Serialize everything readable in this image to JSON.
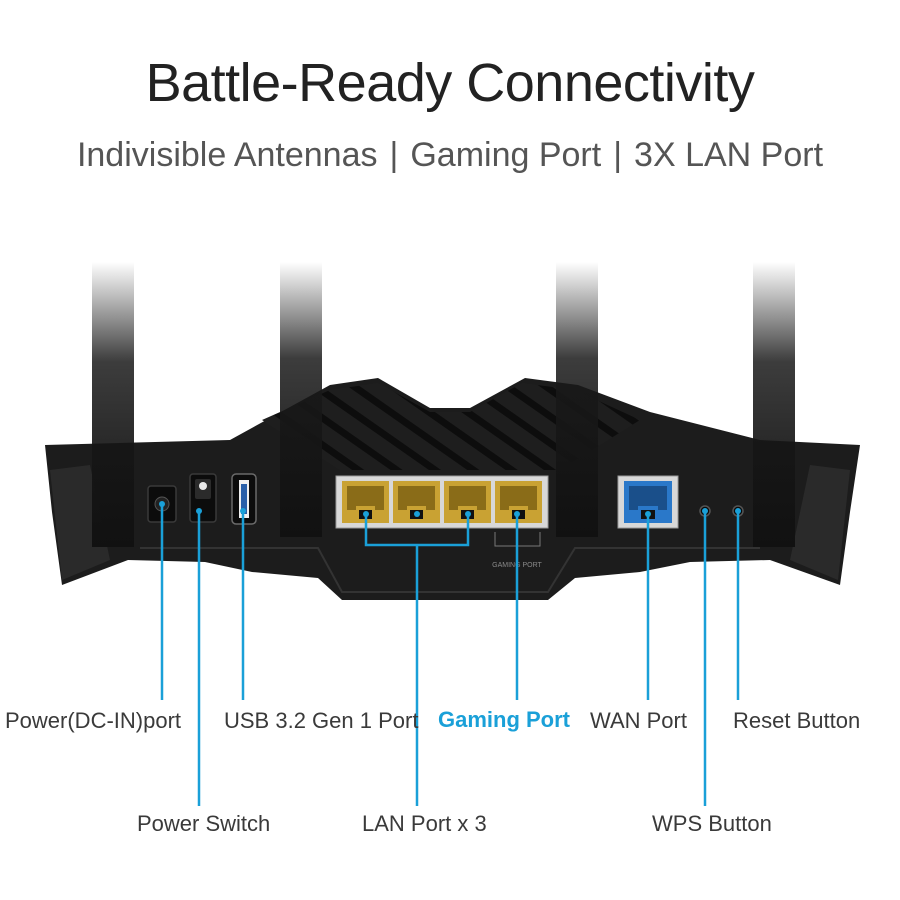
{
  "header": {
    "title": "Battle-Ready Connectivity",
    "subtitle_parts": [
      "Indivisible Antennas",
      "Gaming Port",
      "3X LAN Port"
    ],
    "separator": "|"
  },
  "router": {
    "gaming_port_tag": "GAMING PORT"
  },
  "callouts": {
    "power_dc_in": "Power(DC-IN)port",
    "usb": "USB 3.2 Gen 1 Port",
    "gaming_port": "Gaming Port",
    "wan_port": "WAN Port",
    "reset_button": "Reset Button",
    "power_switch": "Power Switch",
    "lan_ports": "LAN Port x 3",
    "wps_button": "WPS Button"
  },
  "colors": {
    "accent": "#1aa0d8",
    "router_body": "#1c1c1c",
    "lan_port": "#c9a233",
    "wan_port": "#2a78c9"
  }
}
